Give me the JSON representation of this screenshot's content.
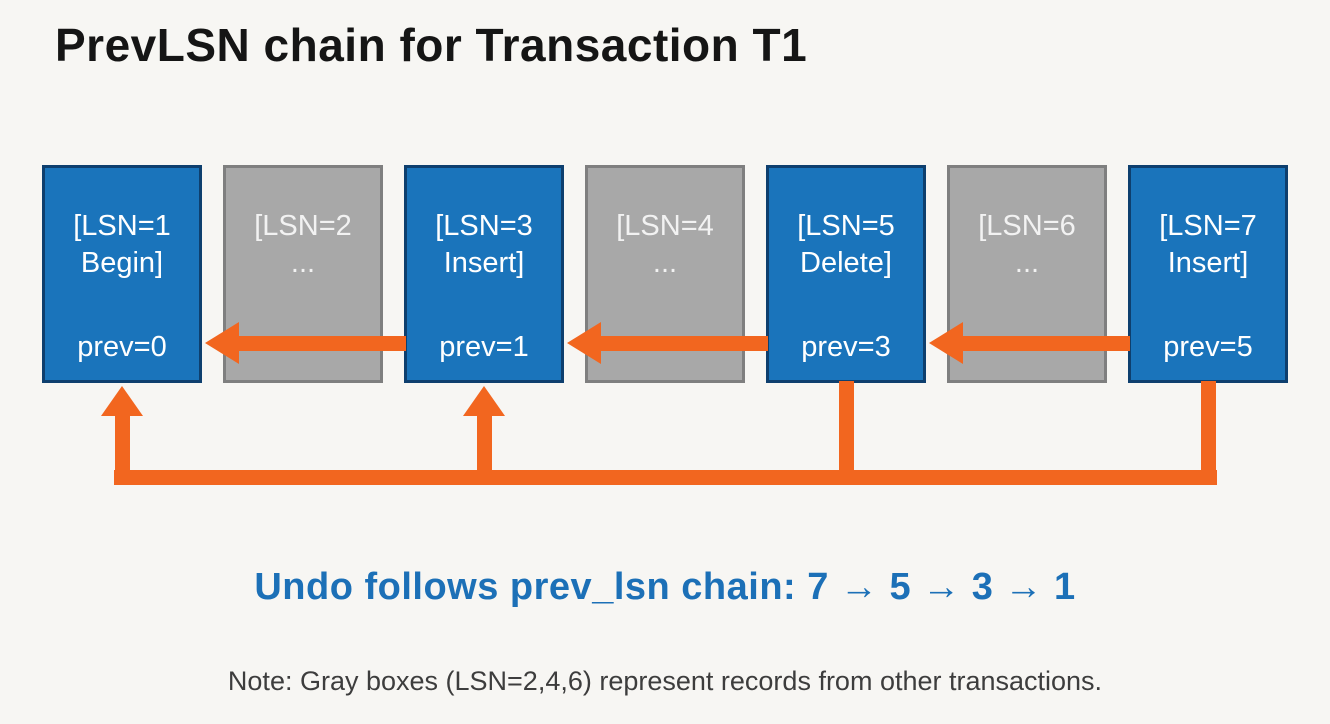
{
  "title": "PrevLSN chain for Transaction T1",
  "colors": {
    "background": "#f7f6f3",
    "active_box_blue": "#1a74bb",
    "other_box_gray": "#a8a8a8",
    "arrow_orange": "#f2661f",
    "undo_text_blue": "#1c70b7"
  },
  "boxes": [
    {
      "type": "active",
      "line1": "[LSN=1",
      "line2": "Begin]",
      "prev": "prev=0"
    },
    {
      "type": "other",
      "line1": "[LSN=2",
      "line2": "...",
      "prev": ""
    },
    {
      "type": "active",
      "line1": "[LSN=3",
      "line2": "Insert]",
      "prev": "prev=1"
    },
    {
      "type": "other",
      "line1": "[LSN=4",
      "line2": "...",
      "prev": ""
    },
    {
      "type": "active",
      "line1": "[LSN=5",
      "line2": "Delete]",
      "prev": "prev=3"
    },
    {
      "type": "other",
      "line1": "[LSN=6",
      "line2": "...",
      "prev": ""
    },
    {
      "type": "active",
      "line1": "[LSN=7",
      "line2": "Insert]",
      "prev": "prev=5"
    }
  ],
  "undo_text": "Undo follows prev_lsn chain: 7 → 5 → 3 → 1",
  "note_text": "Note: Gray boxes (LSN=2,4,6) represent records from other transactions."
}
